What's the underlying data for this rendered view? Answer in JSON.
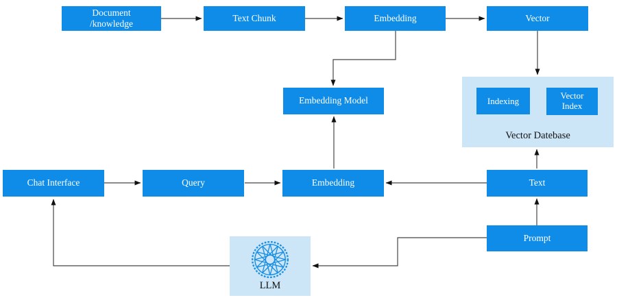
{
  "diagram_type": "flowchart",
  "nodes": {
    "document": {
      "label": "Document\n/knowledge"
    },
    "text_chunk": {
      "label": "Text Chunk"
    },
    "embedding_top": {
      "label": "Embedding"
    },
    "vector": {
      "label": "Vector"
    },
    "embedding_model": {
      "label": "Embedding Model"
    },
    "indexing": {
      "label": "Indexing"
    },
    "vector_index": {
      "label": "Vector\nIndex"
    },
    "vector_database": {
      "label": "Vector Datebase"
    },
    "chat_interface": {
      "label": "Chat Interface"
    },
    "query": {
      "label": "Query"
    },
    "embedding_query": {
      "label": "Embedding"
    },
    "text": {
      "label": "Text"
    },
    "prompt": {
      "label": "Prompt"
    },
    "llm": {
      "label": "LLM"
    }
  },
  "edges": [
    {
      "from": "Document /knowledge",
      "to": "Text Chunk"
    },
    {
      "from": "Text Chunk",
      "to": "Embedding (top)"
    },
    {
      "from": "Embedding (top)",
      "to": "Vector"
    },
    {
      "from": "Embedding (top)",
      "to": "Embedding Model"
    },
    {
      "from": "Embedding (query)",
      "to": "Embedding Model"
    },
    {
      "from": "Vector",
      "to": "Vector Datebase"
    },
    {
      "from": "Text",
      "to": "Vector Datebase"
    },
    {
      "from": "Chat Interface",
      "to": "Query"
    },
    {
      "from": "Query",
      "to": "Embedding (query)"
    },
    {
      "from": "Text",
      "to": "Embedding (query)"
    },
    {
      "from": "Prompt",
      "to": "Text"
    },
    {
      "from": "Prompt",
      "to": "LLM"
    },
    {
      "from": "LLM",
      "to": "Chat Interface"
    }
  ],
  "icons": {
    "llm_icon": "mandala-network-icon"
  },
  "colors": {
    "node_fill": "#0e8ce8",
    "container_fill": "#cde6f7",
    "node_text": "#ffffff",
    "label_text": "#111111",
    "connector_line": "#454545",
    "arrowhead": "#111111"
  }
}
